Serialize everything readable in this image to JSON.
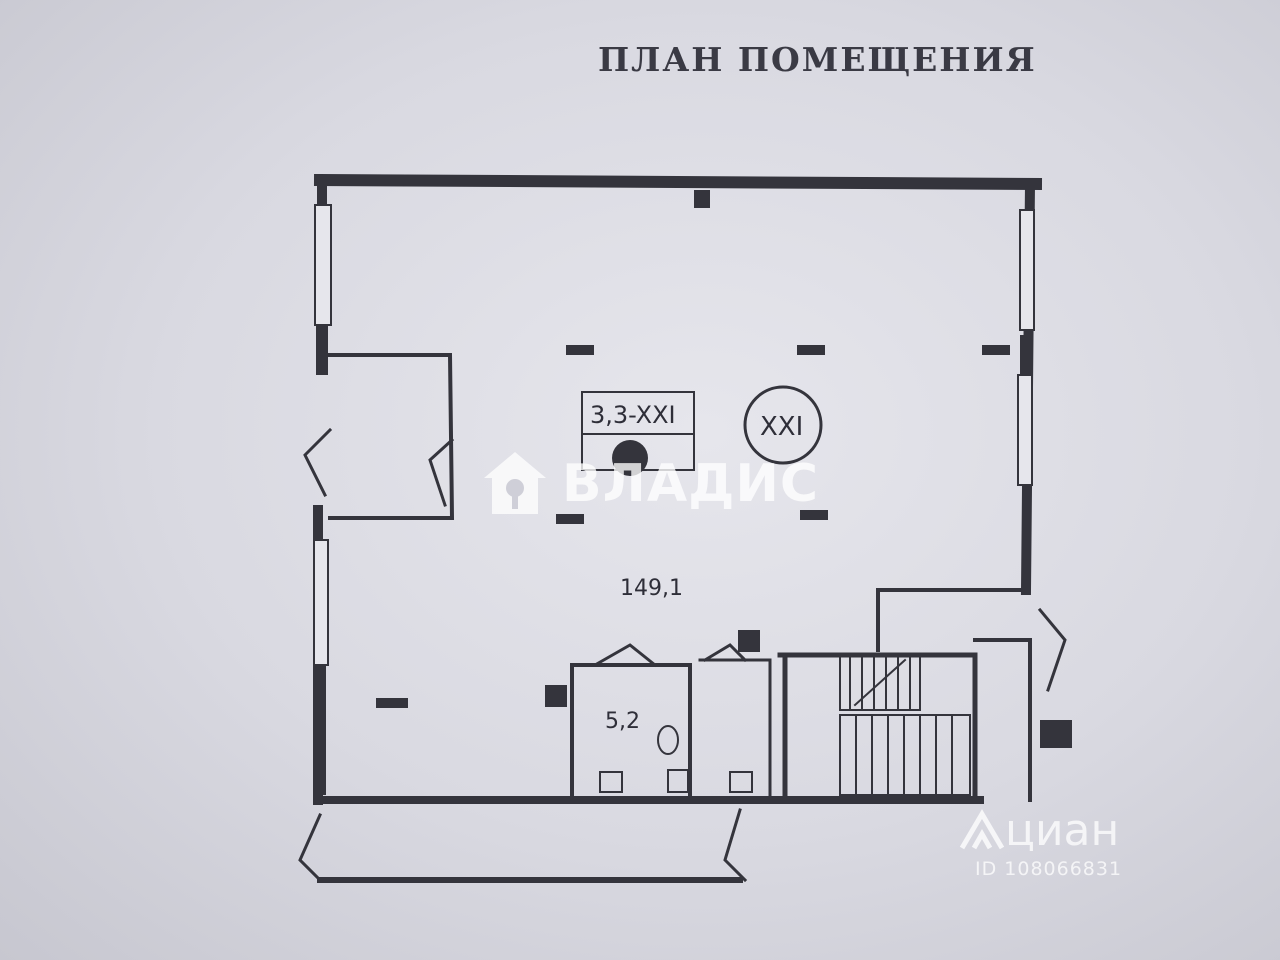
{
  "title": "ПЛАН ПОМЕЩЕНИЯ",
  "rooms": {
    "main_area": "149,1",
    "wc_area": "5,2",
    "code_label": "3,3-XXI",
    "section_label": "XXI"
  },
  "watermarks": {
    "vladis": "ВЛАДИС",
    "cian": "циан",
    "cian_id": "ID 108066831"
  },
  "colors": {
    "wall": "#34343c",
    "paper": "#dedee5",
    "ink": "#2e2e38"
  }
}
